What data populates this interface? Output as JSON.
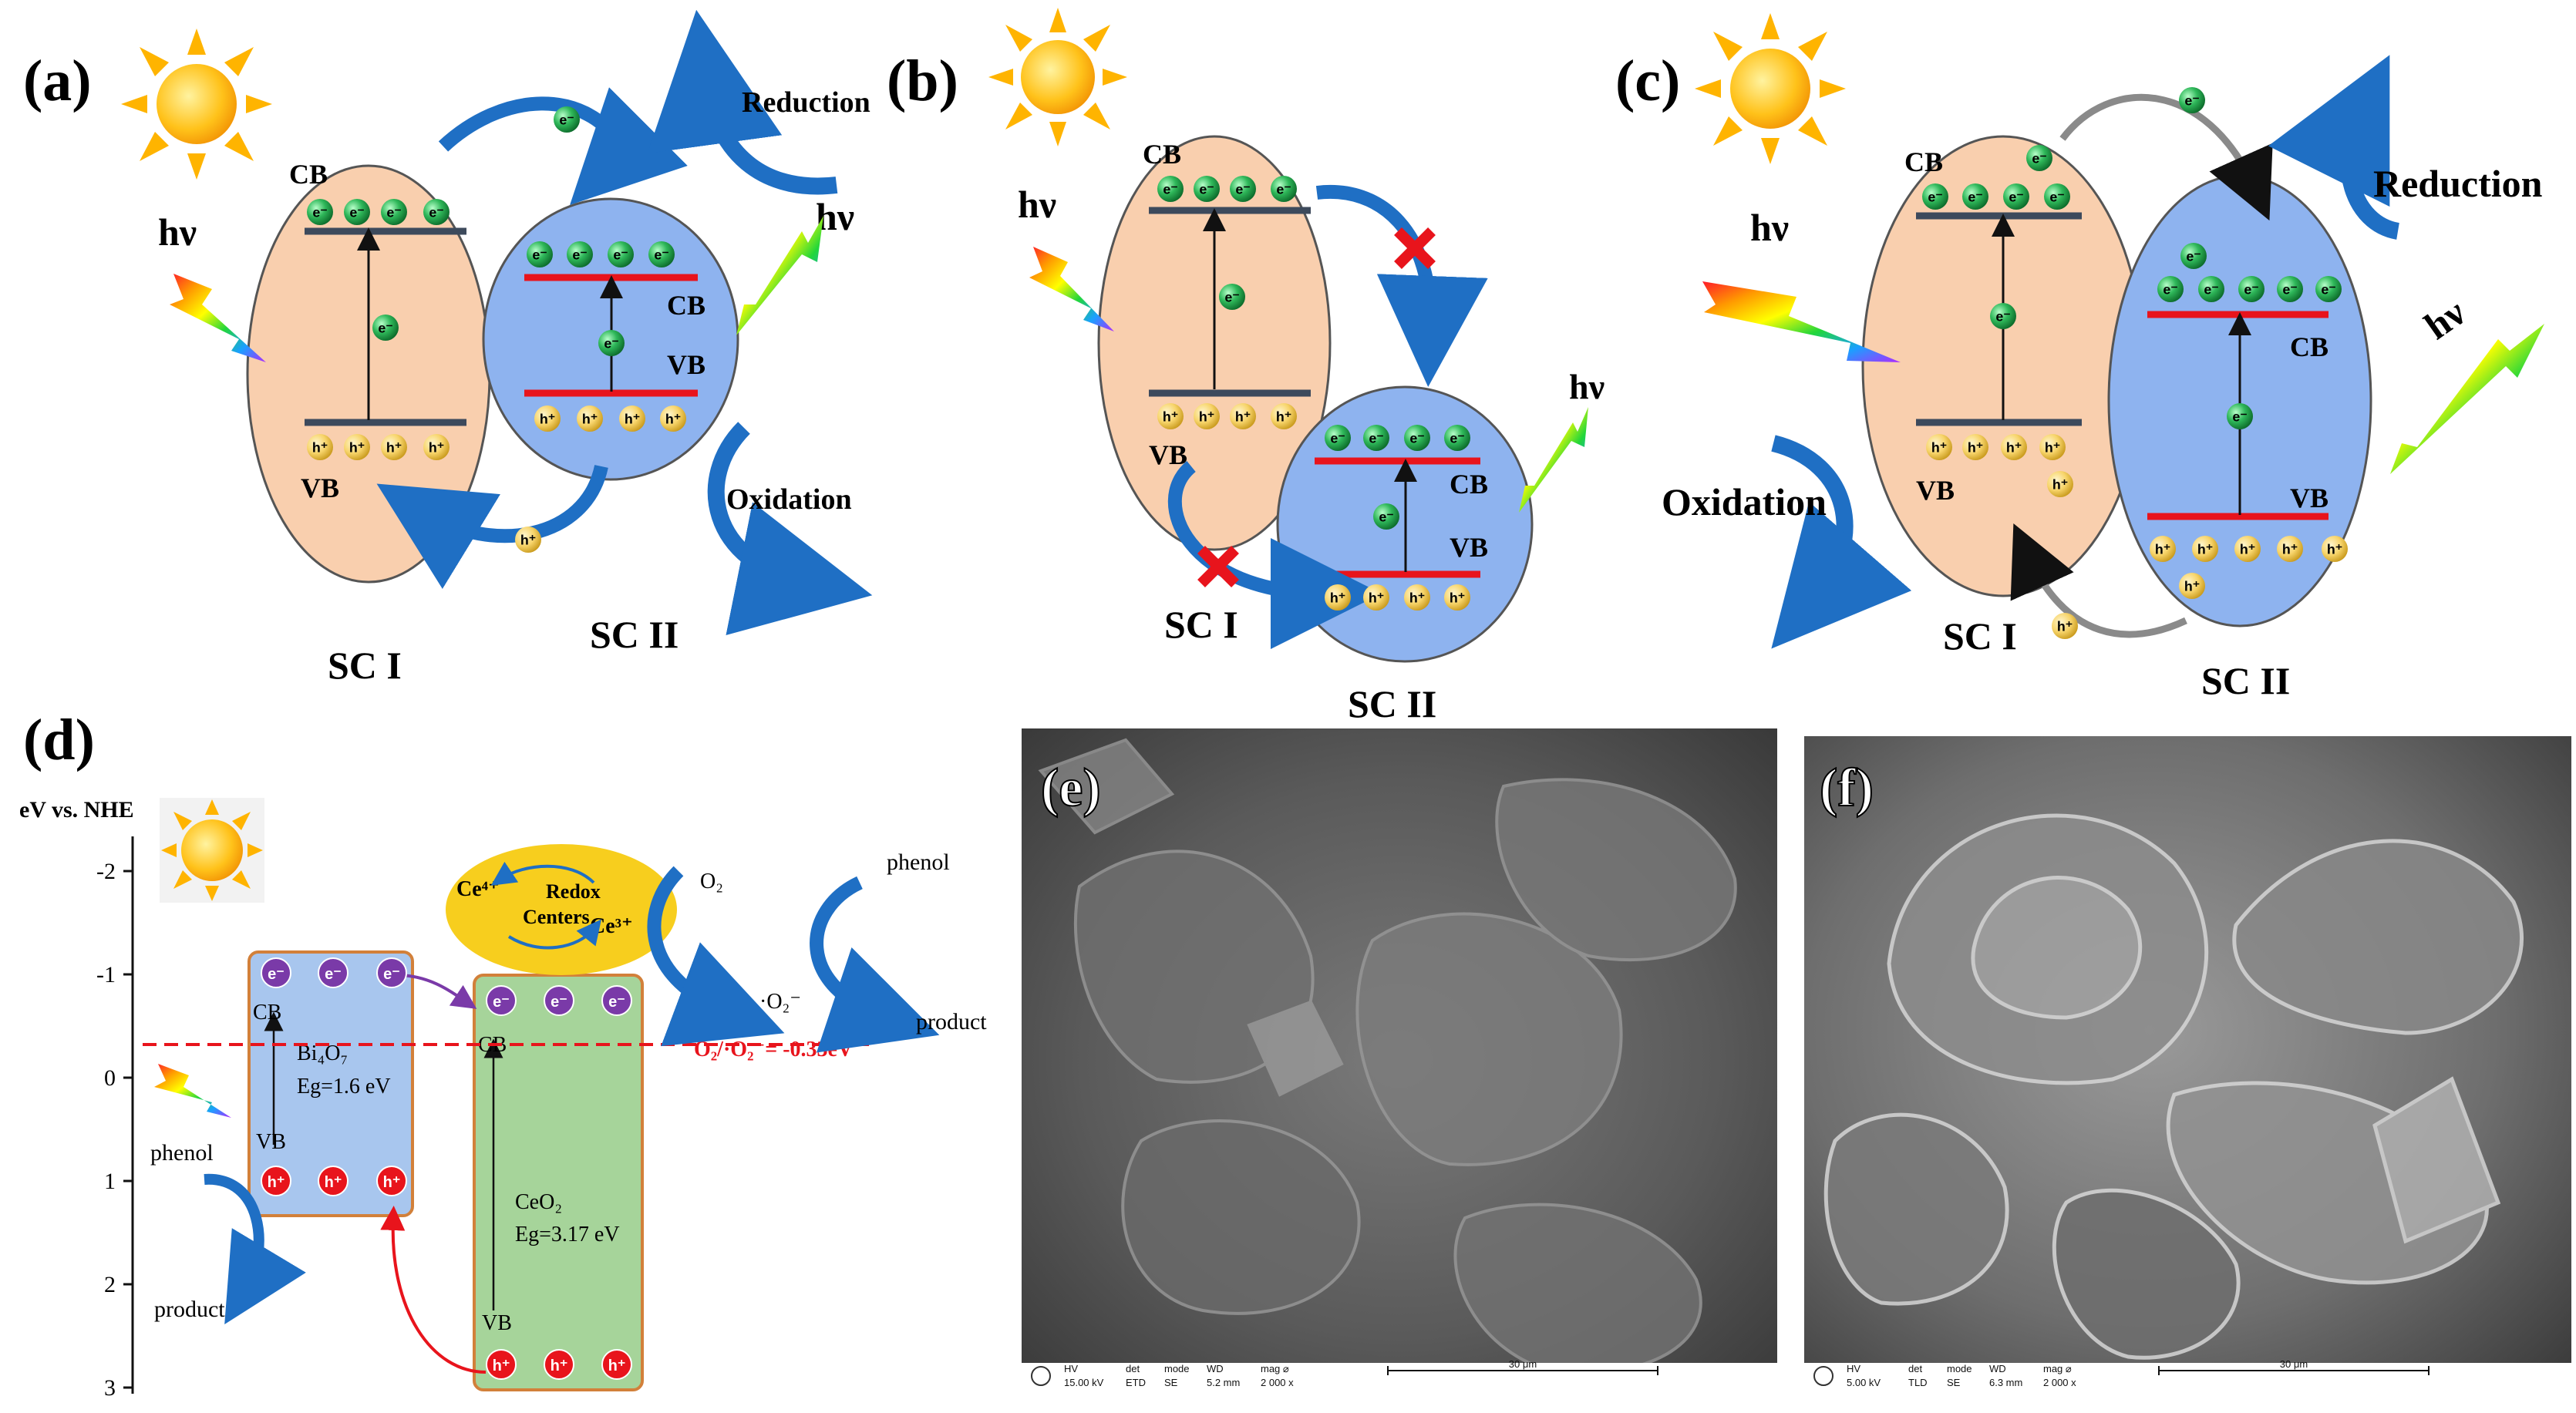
{
  "panels": {
    "a": {
      "label": "(a)",
      "sc1": "SC I",
      "sc2": "SC II",
      "cb1": "CB",
      "vb1": "VB",
      "cb2": "CB",
      "vb2": "VB",
      "hv1": "hν",
      "hv2": "hν",
      "reduction": "Reduction",
      "oxidation": "Oxidation"
    },
    "b": {
      "label": "(b)",
      "sc1": "SC I",
      "sc2": "SC II",
      "cb1": "CB",
      "vb1": "VB",
      "cb2": "CB",
      "vb2": "VB",
      "hv1": "hν",
      "hv2": "hν"
    },
    "c": {
      "label": "(c)",
      "sc1": "SC I",
      "sc2": "SC II",
      "cb1": "CB",
      "vb1": "VB",
      "cb2": "CB",
      "vb2": "VB",
      "hv1": "hν",
      "hv2": "hν",
      "reduction": "Reduction",
      "oxidation": "Oxidation"
    },
    "d": {
      "label": "(d)",
      "axis_title": "eV vs. NHE",
      "ticks": [
        "-2",
        "-1",
        "0",
        "1",
        "2",
        "3"
      ],
      "bi_name": "Bi₄O₇",
      "bi_eg": "Eg=1.6 eV",
      "ce_name": "CeO₂",
      "ce_eg": "Eg=3.17 eV",
      "cb": "CB",
      "vb": "VB",
      "redox_line1": "Redox",
      "redox_line2": "Centers",
      "ce4": "Ce⁴⁺",
      "ce3": "Ce³⁺",
      "o2": "O₂",
      "o2_radical": "·O₂⁻",
      "potential": "O₂/·O₂⁻= -0.33eV",
      "phenol_right": "phenol",
      "product_right": "product",
      "phenol_left": "phenol",
      "product_left": "product"
    },
    "e": {
      "label": "(e)",
      "info_headers": [
        "HV",
        "det",
        "mode",
        "WD",
        "mag ⌀"
      ],
      "info_values": [
        "15.00 kV",
        "ETD",
        "SE",
        "5.2 mm",
        "2 000 x"
      ],
      "scale": "30 μm"
    },
    "f": {
      "label": "(f)",
      "info_headers": [
        "HV",
        "det",
        "mode",
        "WD",
        "mag ⌀"
      ],
      "info_values": [
        "5.00 kV",
        "TLD",
        "SE",
        "6.3 mm",
        "2 000 x"
      ],
      "scale": "30 μm"
    }
  },
  "glyphs": {
    "electron": "e⁻",
    "hole": "h⁺"
  },
  "colors": {
    "sc1_fill": "#f9cfae",
    "sc2_fill": "#8eb3ef",
    "band_sc1": "#3d4a5c",
    "band_sc2": "#e8141c",
    "electron": "#2fb85a",
    "hole": "#f5cf5a",
    "arrow_blue": "#1f6fc4",
    "arrow_gray": "#8a8a8a",
    "cross": "#e8141c",
    "bi_box": "#a8c6ee",
    "ce_box": "#a6d49a",
    "box_border": "#d2803a",
    "dashed_red": "#e8141c",
    "sun": "#ffc21a"
  }
}
